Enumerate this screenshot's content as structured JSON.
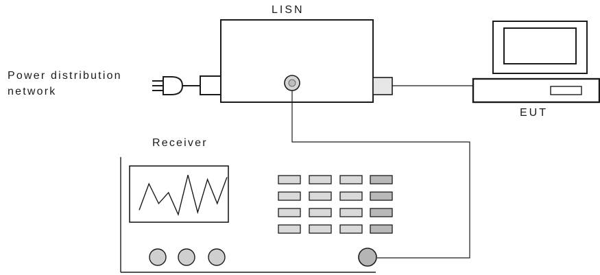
{
  "labels": {
    "lisn": "LISN",
    "power_line1": "Power distribution",
    "power_line2": "network",
    "eut": "EUT",
    "receiver": "Receiver"
  },
  "receiver_screen_waveform": [
    0.15,
    0.75,
    0.3,
    0.55,
    0.05,
    0.95,
    0.1,
    0.85,
    0.3,
    0.9
  ],
  "colors": {
    "stroke": "#1a1a1a",
    "key_fill": "#d9d9d9",
    "key_fill_dark": "#b8b8b8",
    "knob_fill": "#cfcfcf"
  }
}
